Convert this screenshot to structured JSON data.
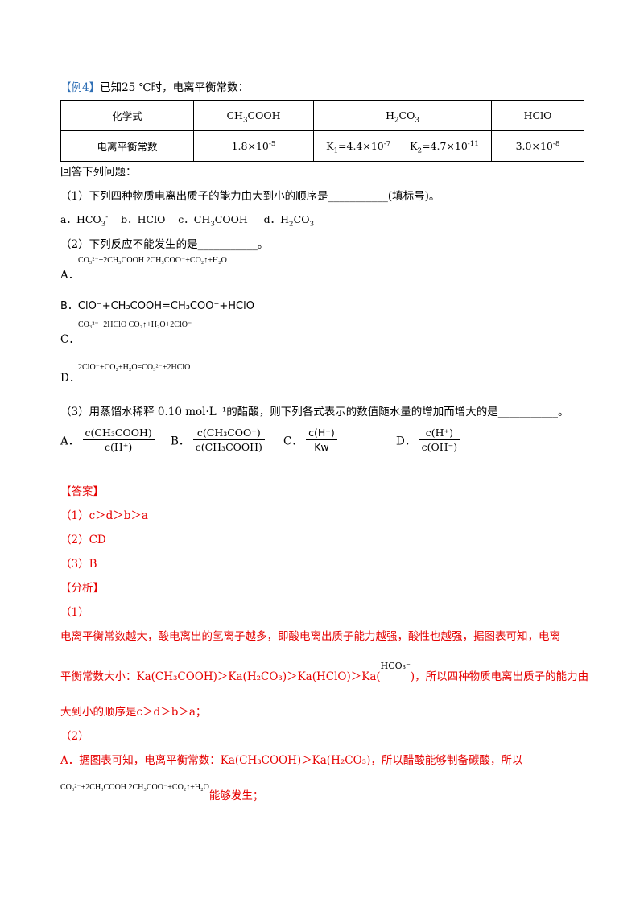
{
  "example": {
    "tag": "【例4】",
    "intro": "已知25 ℃时，电离平衡常数："
  },
  "table": {
    "h_formula": "化学式",
    "h_ch3cooh_a": "CH",
    "h_ch3cooh_sub": "3",
    "h_ch3cooh_b": "COOH",
    "h_h2co3_a": "H",
    "h_h2co3_sub1": "2",
    "h_h2co3_b": "CO",
    "h_h2co3_sub2": "3",
    "h_hclo": "HClO",
    "r_label": "电离平衡常数",
    "v_ch3cooh": "1.8×10",
    "v_ch3cooh_exp": "-5",
    "v_k1_a": "K",
    "v_k1_sub": "1",
    "v_k1_b": "=4.4×10",
    "v_k1_exp": "-7",
    "v_k2_a": "K",
    "v_k2_sub": "2",
    "v_k2_b": "=4.7×10",
    "v_k2_exp": "-11",
    "v_hclo": "3.0×10",
    "v_hclo_exp": "-8"
  },
  "q": {
    "answer_prompt": "回答下列问题：",
    "q1": "（1）下列四种物质电离出质子的能力由大到小的顺序是___________(填标号)。",
    "q1_opt_a1": "a．HCO",
    "q1_opt_a_sub": "3",
    "q1_opt_a_sup": "-",
    "q1_opt_b": "b．HClO",
    "q1_opt_c1": "c．CH",
    "q1_opt_c_sub": "3",
    "q1_opt_c2": "COOH",
    "q1_opt_d1": "d．H",
    "q1_opt_d_sub1": "2",
    "q1_opt_d2": "CO",
    "q1_opt_d_sub2": "3",
    "q2": "（2）下列反应不能发生的是___________。",
    "q2_a_label": "A．",
    "q2_a_eq": "CO₃²⁻+2CH₃COOH  2CH₃COO⁻+CO₂↑+H₂O",
    "q2_b": "B．ClO⁻+CH₃COOH=CH₃COO⁻+HClO",
    "q2_c_label": "C．",
    "q2_c_eq": "CO₃²⁻+2HClO  CO₂↑+H₂O+2ClO⁻",
    "q2_d_label": "D．",
    "q2_d_eq": "2ClO⁻+CO₂+H₂O=CO₃²⁻+2HClO",
    "q3": "（3）用蒸馏水稀释 0.10 mol·L⁻¹的醋酸，则下列各式表示的数值随水量的增加而增大的是___________。",
    "q3_a_label": "A．",
    "q3_a_num": "c(CH₃COOH)",
    "q3_a_den": "c(H⁺)",
    "q3_b_label": "B．",
    "q3_b_num": "c(CH₃COO⁻)",
    "q3_b_den": "c(CH₃COOH)",
    "q3_c_label": "C．",
    "q3_c_num": "c(H⁺)",
    "q3_c_den": "Kw",
    "q3_d_label": "D．",
    "q3_d_num": "c(H⁺)",
    "q3_d_den": "c(OH⁻)"
  },
  "answer": {
    "header": "【答案】",
    "a1": "（1）c＞d＞b＞a",
    "a2": "（2）CD",
    "a3": "（3）B"
  },
  "analysis": {
    "header": "【分析】",
    "p1_label": "（1）",
    "p1_line1": "电离平衡常数越大，酸电离出的氢离子越多，即酸电离出质子能力越强，酸性也越强，据图表可知，电离",
    "p1_line2_a": "平衡常数大小：Ka(CH₃COOH)＞Ka(H₂CO₃)＞Ka(HClO)＞Ka(",
    "p1_line2_hco3": "HCO₃⁻",
    "p1_line2_b": ")，所以四种物质电离出质子的能力由",
    "p1_line3": "大到小的顺序是c＞d＞b＞a；",
    "p2_label": "（2）",
    "p2_line1": "A．据图表可知，电离平衡常数：Ka(CH₃COOH)＞Ka(H₂CO₃)，所以醋酸能够制备碳酸，所以",
    "p2_eq": "CO₃²⁻+2CH₃COOH  2CH₃COO⁻+CO₂↑+H₂O",
    "p2_tail": "能够发生；"
  }
}
